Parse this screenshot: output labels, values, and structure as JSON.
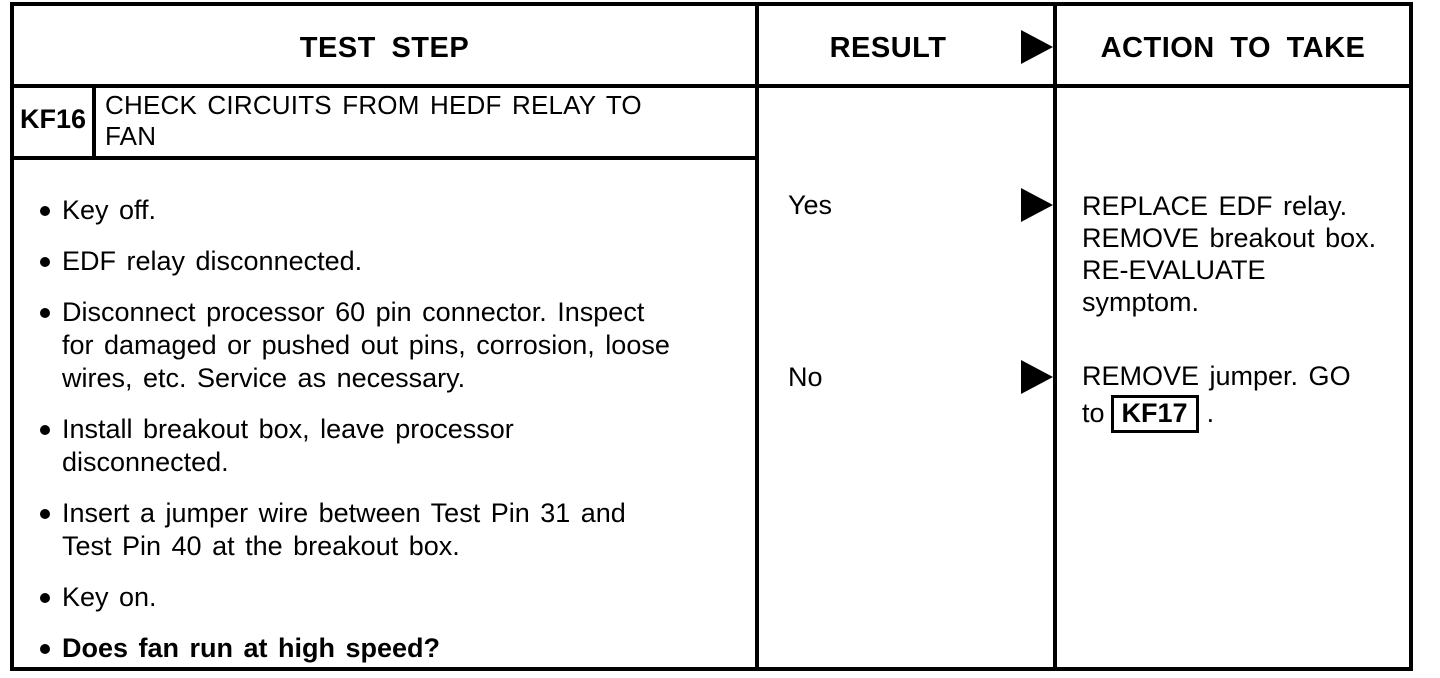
{
  "page": {
    "columns": {
      "test_step": "TEST STEP",
      "result": "RESULT",
      "action_to_take": "ACTION TO TAKE"
    },
    "test": {
      "id": "KF16",
      "title": "CHECK CIRCUITS FROM HEDF RELAY TO FAN",
      "steps": [
        "Key off.",
        "EDF relay disconnected.",
        "Disconnect processor 60 pin connector. Inspect for damaged or pushed out pins, corrosion, loose wires, etc. Service as necessary.",
        "Install breakout box, leave processor disconnected.",
        "Insert a jumper wire between Test Pin 31 and Test Pin 40 at the breakout box.",
        "Key on.",
        "Does fan run at high speed?"
      ],
      "results": [
        {
          "label": "Yes",
          "action_lines": [
            "REPLACE EDF relay.",
            "REMOVE breakout box.",
            "RE-EVALUATE",
            "symptom."
          ]
        },
        {
          "label": "No",
          "action_line1": "REMOVE jumper. GO",
          "action_line2_prefix": "to",
          "action_ref": "KF17",
          "action_line2_suffix": "."
        }
      ]
    },
    "icons": {
      "result_arrow": "▶"
    },
    "colors": {
      "ink": "#000000",
      "paper": "#ffffff"
    }
  }
}
